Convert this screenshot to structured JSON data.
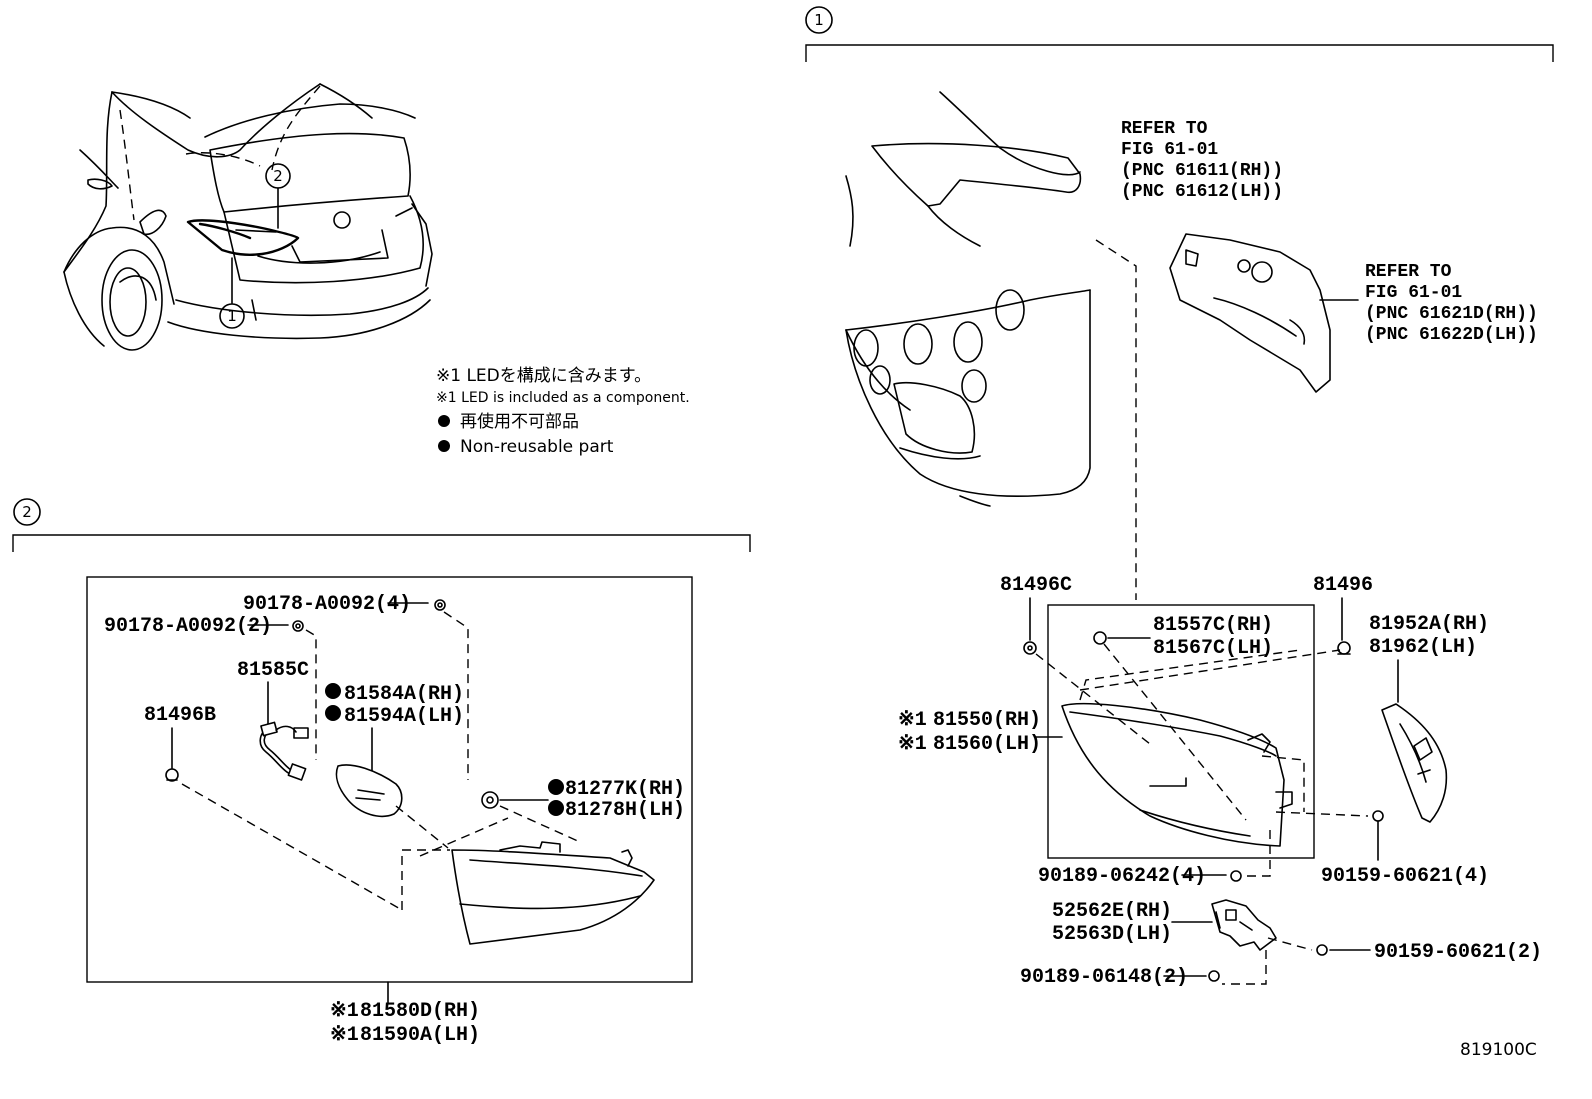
{
  "section_markers": {
    "one": "1",
    "two": "2"
  },
  "car_callouts": {
    "one": "1",
    "two": "2"
  },
  "notes": {
    "note_ja": "※1 LEDを構成に含みます。",
    "note_en": "※1 LED is included as a component.",
    "nonreusable_ja": "再使用不可部品",
    "nonreusable_en": "Non-reusable part"
  },
  "refer_1": [
    "REFER TO",
    "FIG 61-01",
    "(PNC 61611(RH))",
    "(PNC 61612(LH))"
  ],
  "refer_2": [
    "REFER TO",
    "FIG 61-01",
    "(PNC 61621D(RH))",
    "(PNC 61622D(LH))"
  ],
  "section_1_labels": {
    "p81496c": "81496C",
    "p81496": "81496",
    "p81557c": "81557C(RH)",
    "p81567c": "81567C(LH)",
    "p81952a": "81952A(RH)",
    "p81962": "81962(LH)",
    "p81550_prefix": "※1",
    "p81550": "81550(RH)",
    "p81560_prefix": "※1",
    "p81560": "81560(LH)",
    "p90189_06242": "90189-06242(4)",
    "p90159_60621_4": "90159-60621(4)",
    "p52562e": "52562E(RH)",
    "p52563d": "52563D(LH)",
    "p90159_60621_2": "90159-60621(2)",
    "p90189_06148": "90189-06148(2)"
  },
  "section_2_labels": {
    "p90178_4": "90178-A0092(4)",
    "p90178_2": "90178-A0092(2)",
    "p81585c": "81585C",
    "p81584a": "81584A(RH)",
    "p81594a": "81594A(LH)",
    "p81496b": "81496B",
    "p81277k": "81277K(RH)",
    "p81278h": "81278H(LH)",
    "p81580d_prefix": "※1",
    "p81580d": "81580D(RH)",
    "p81590a_prefix": "※1",
    "p81590a": "81590A(LH)"
  },
  "figure_code": "819100C"
}
